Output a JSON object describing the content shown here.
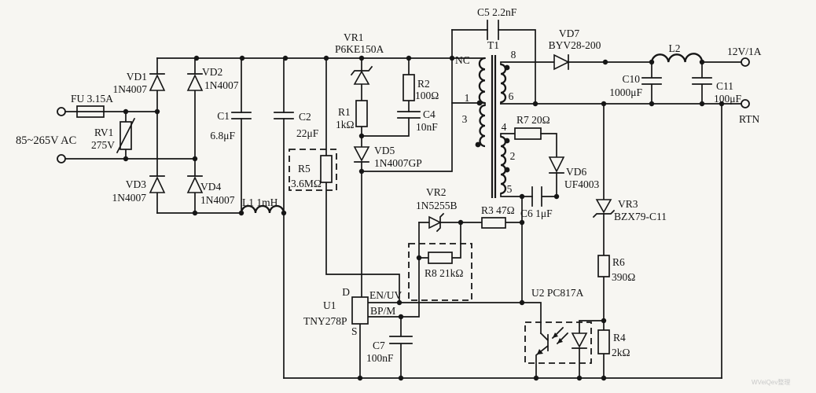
{
  "title": "TNY278P switching power supply schematic",
  "colors": {
    "ink": "#161616",
    "paper": "#f7f6f2",
    "watermark": "#c9c9c9"
  },
  "labels": {
    "ac": "85~265V AC",
    "fu": "FU  3.15A",
    "rv1": "RV1",
    "rv1v": "275V",
    "vd1": "VD1",
    "vd1v": "1N4007",
    "vd2": "VD2",
    "vd2v": "1N4007",
    "vd3": "VD3",
    "vd3v": "1N4007",
    "vd4": "VD4",
    "vd4v": "1N4007",
    "c1": "C1",
    "c1v": "6.8μF",
    "c2": "C2",
    "c2v": "22μF",
    "l1": "L1  1mH",
    "r5": "R5",
    "r5v": "3.6MΩ",
    "vr1": "VR1",
    "vr1v": "P6KE150A",
    "r1": "R1",
    "r1v": "1kΩ",
    "r2": "R2",
    "r2v": "100Ω",
    "c4": "C4",
    "c4v": "10nF",
    "vd5": "VD5",
    "vd5v": "1N4007GP",
    "c5": "C5  2.2nF",
    "t1": "T1",
    "nc": "NC",
    "p1": "1",
    "p3": "3",
    "p8": "8",
    "p6": "6",
    "p4": "4",
    "p2": "2",
    "p5": "5",
    "vd7": "VD7",
    "vd7v": "BYV28-200",
    "l2": "L2",
    "c10": "C10",
    "c10v": "1000μF",
    "c11": "C11",
    "c11v": "100μF",
    "out_v": "12V/1A",
    "out_rtn": "RTN",
    "r7": "R7  20Ω",
    "vd6": "VD6",
    "vd6v": "UF4003",
    "c6": "C6  1μF",
    "vr2": "VR2",
    "vr2v": "1N5255B",
    "r3": "R3  47Ω",
    "r8": "R8  21kΩ",
    "vr3": "VR3",
    "vr3v": "BZX79-C11",
    "r6": "R6",
    "r6v": "390Ω",
    "r4": "R4",
    "r4v": "2kΩ",
    "u1": "U1",
    "u1v": "TNY278P",
    "pin_d": "D",
    "pin_en": "EN/UV",
    "pin_bp": "BP/M",
    "pin_s": "S",
    "c7": "C7",
    "c7v": "100nF",
    "u2": "U2  PC817A",
    "watermark": "WVeiQev整理"
  }
}
